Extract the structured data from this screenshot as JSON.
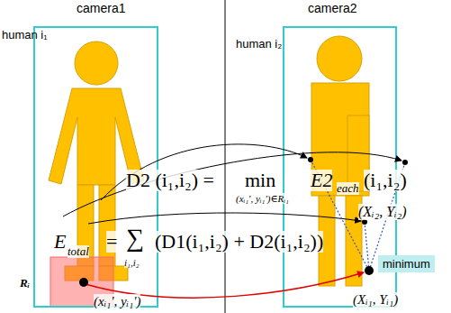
{
  "diagram": {
    "nodes": [
      {
        "text": [
          "minimum"
        ]
      }
    ],
    "labels": [
      "camera1",
      "camera2",
      "human i₁",
      "human i₂",
      "D2 (i₁,i₂) =",
      "min",
      "(xᵢ₁', yᵢ₁')∈Rᵢ₁",
      "E2",
      "each",
      "(i₁,i₂)",
      "(Xᵢ₂, Yᵢ₂)",
      "E",
      "total",
      "=",
      "∑",
      "i₁,i₂",
      "(D1(i₁,i₂) + D2(i₁,i₂))",
      "Rᵢ",
      "(xᵢ₁', yᵢ₁')",
      "(Xᵢ₁, Yᵢ₁)"
    ]
  }
}
